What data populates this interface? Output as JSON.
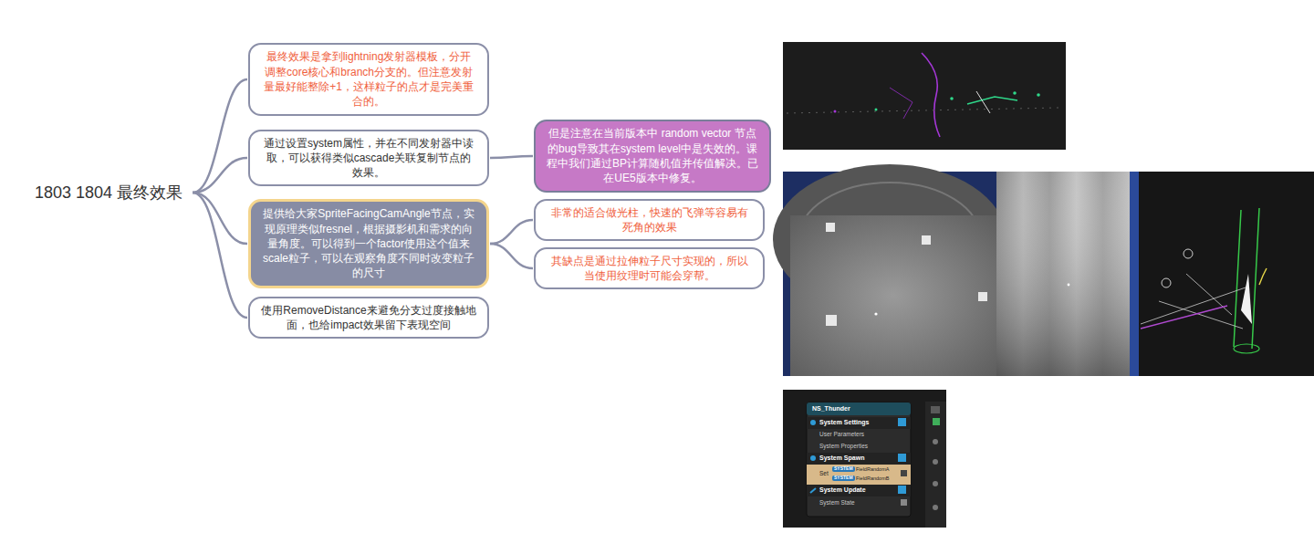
{
  "diagram": {
    "nodes": [
      {
        "text": [
          "1803 1804 最终效果"
        ]
      },
      {
        "text": [
          "最终效果是拿到lightning发射器模板，分开调整core核心和branch分支的。但注意发射量最好能整除+1，这样粒子的点才是完美重合的。"
        ]
      },
      {
        "text": [
          "通过设置system属性，并在不同发射器中读取，可以获得类似cascade关联复制节点的效果。"
        ]
      },
      {
        "text": [
          "但是注意在当前版本中 random vector 节点的bug导致其在system level中是失效的。课程中我们通过BP计算随机值并传值解决。已在UE5版本中修复。"
        ]
      },
      {
        "text": [
          "提供给大家SpriteFacingCamAngle节点，实现原理类似fresnel，根据摄影机和需求的向量角度。可以得到一个factor使用这个值来scale粒子，可以在观察角度不同时改变粒子的尺寸"
        ]
      },
      {
        "text": [
          "非常的适合做光柱，快速的飞弹等容易有死角的效果"
        ]
      },
      {
        "text": [
          "其缺点是通过拉伸粒子尺寸实现的，所以当使用纹理时可能会穿帮。"
        ]
      },
      {
        "text": [
          "使用RemoveDistance来避免分支过度接触地面，也给impact效果留下表现空间"
        ]
      }
    ],
    "edges": [
      {
        "from": 0,
        "to": 1,
        "arrow": "none"
      },
      {
        "from": 0,
        "to": 2,
        "arrow": "none"
      },
      {
        "from": 0,
        "to": 4,
        "arrow": "none"
      },
      {
        "from": 0,
        "to": 7,
        "arrow": "none"
      },
      {
        "from": 2,
        "to": 3,
        "arrow": "none"
      },
      {
        "from": 4,
        "to": 5,
        "arrow": "none"
      },
      {
        "from": 4,
        "to": 6,
        "arrow": "none"
      }
    ],
    "labels": [
      "NS_Thunder",
      "System Settings",
      "User Parameters",
      "System Properties",
      "System Spawn",
      "Set",
      "SYSTEM",
      "FieldRandomA",
      "SYSTEM",
      "FieldRandomB",
      "System Update",
      "System State"
    ]
  }
}
